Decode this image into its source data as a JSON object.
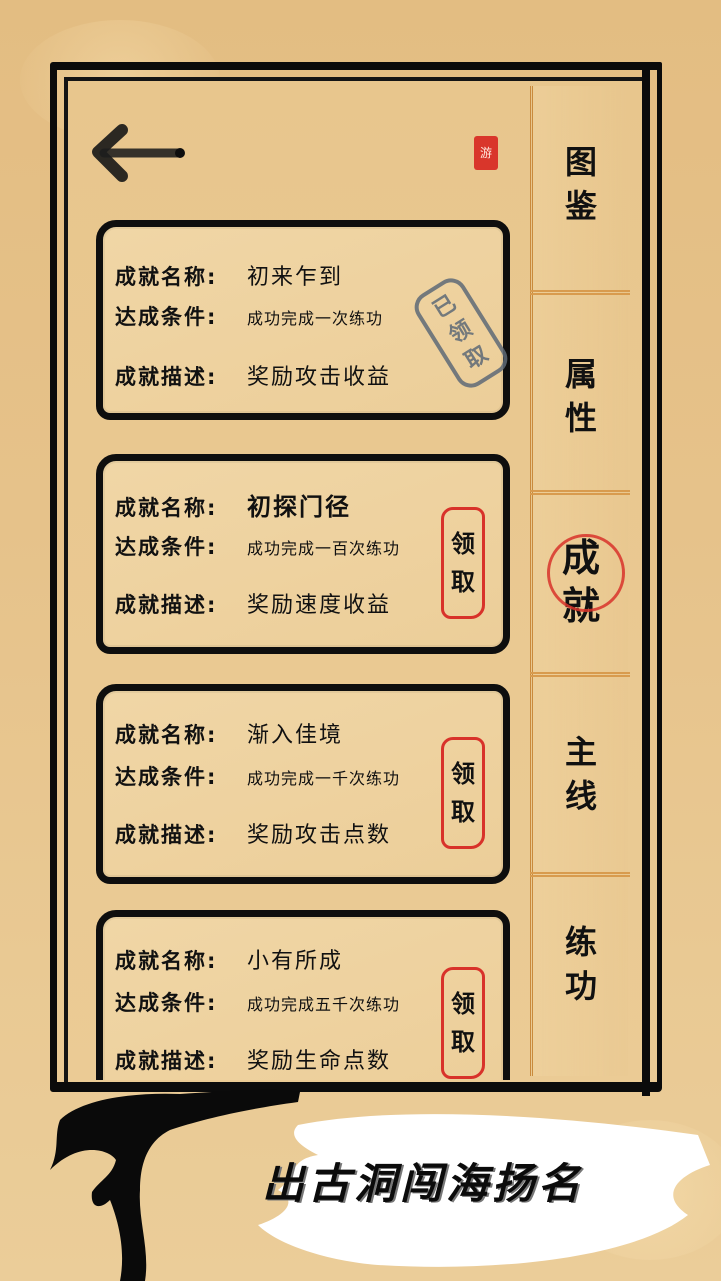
{
  "header": {
    "back_icon": "brush-arrow-left-icon",
    "seal_text": "游"
  },
  "labels": {
    "name": "成就名称:",
    "condition": "达成条件:",
    "description": "成就描述:"
  },
  "achievements": [
    {
      "name": "初来乍到",
      "condition": "成功完成一次练功",
      "description": "奖励攻击收益",
      "status": "claimed",
      "claimed_stamp": [
        "已",
        "领",
        "取"
      ]
    },
    {
      "name": "初探门径",
      "condition": "成功完成一百次练功",
      "description": "奖励速度收益",
      "status": "claimable",
      "claim_label": [
        "领",
        "取"
      ]
    },
    {
      "name": "渐入佳境",
      "condition": "成功完成一千次练功",
      "description": "奖励攻击点数",
      "status": "claimable",
      "claim_label": [
        "领",
        "取"
      ]
    },
    {
      "name": "小有所成",
      "condition": "成功完成五千次练功",
      "description": "奖励生命点数",
      "status": "claimable",
      "claim_label": [
        "领",
        "取"
      ]
    }
  ],
  "tabs": [
    {
      "label": [
        "图",
        "鉴"
      ],
      "active": false
    },
    {
      "label": [
        "属",
        "性"
      ],
      "active": false
    },
    {
      "label": [
        "成",
        "就"
      ],
      "active": true
    },
    {
      "label": [
        "主",
        "线"
      ],
      "active": false
    },
    {
      "label": [
        "练",
        "功"
      ],
      "active": false
    }
  ],
  "footer": {
    "slogan": "出古洞闯海扬名"
  },
  "colors": {
    "paper": "#e6c28a",
    "ink": "#0b0b0b",
    "seal_red": "#d8322a",
    "stamp_gray": "#5e6a77",
    "tab_line": "#d89b4e"
  }
}
